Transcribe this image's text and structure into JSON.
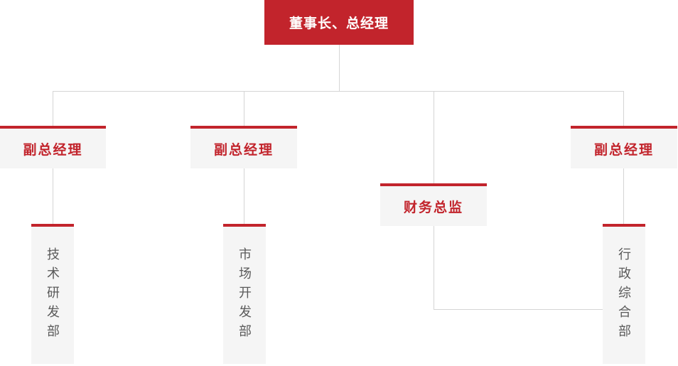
{
  "org_chart": {
    "root": {
      "label": "董事长、总经理"
    },
    "managers": [
      {
        "label": "副总经理"
      },
      {
        "label": "副总经理"
      },
      {
        "label": "财务总监"
      },
      {
        "label": "副总经理"
      }
    ],
    "departments": [
      {
        "label": "技术研发部"
      },
      {
        "label": "市场开发部"
      },
      {
        "label": "行政综合部"
      }
    ],
    "colors": {
      "accent_red": "#c2242c",
      "node_bg": "#f5f5f5",
      "connector": "#d5d5d5",
      "dept_text": "#5a5a5a",
      "root_text": "#ffffff"
    }
  }
}
